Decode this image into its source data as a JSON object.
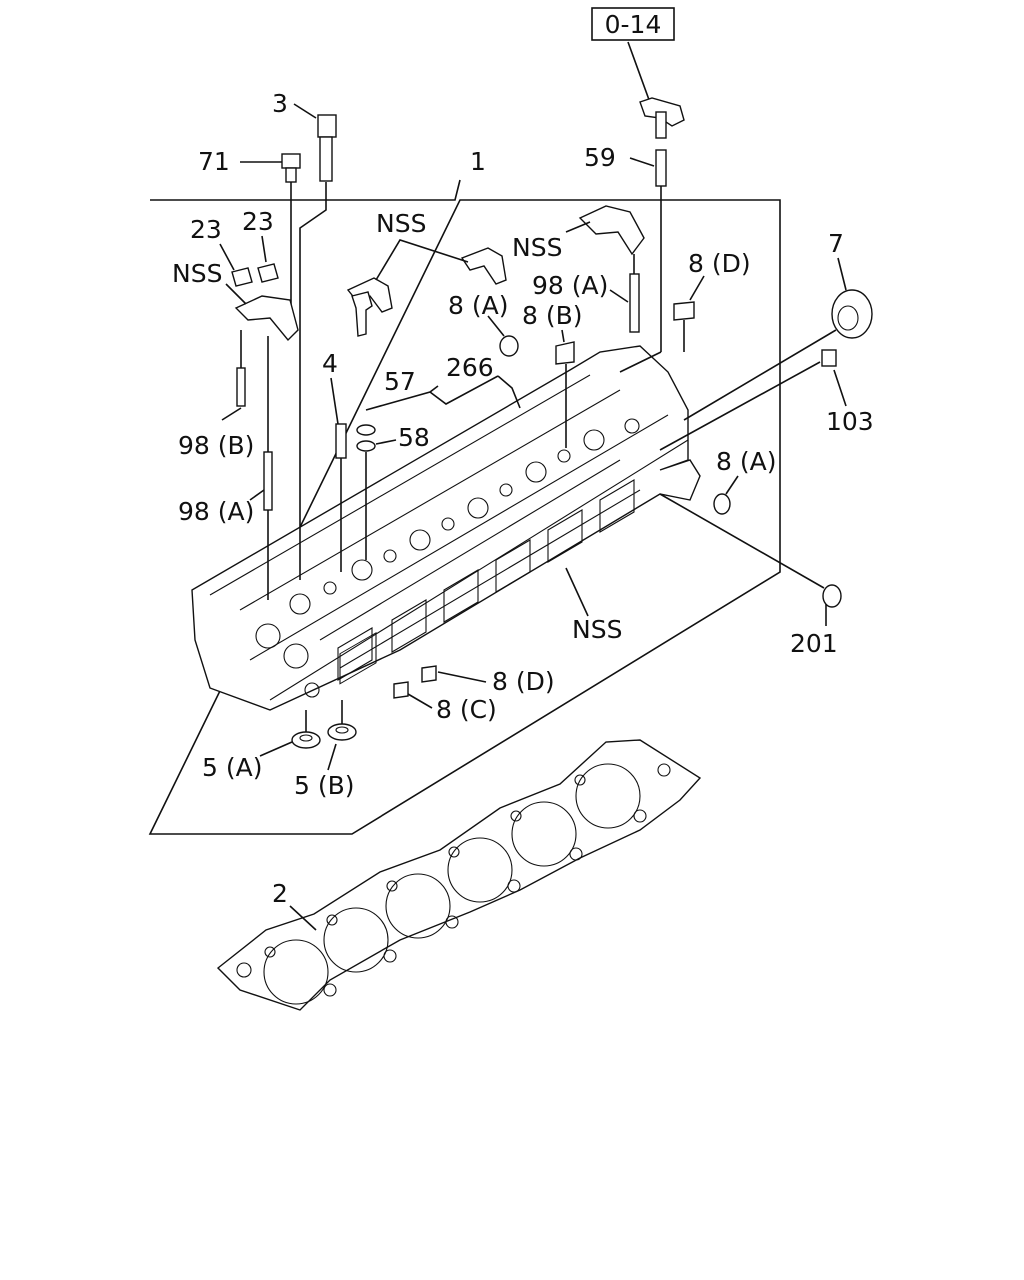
{
  "ref_box": "0-14",
  "callouts": {
    "c1": "1",
    "c2": "2",
    "c3": "3",
    "c4": "4",
    "c5a": "5 (A)",
    "c5b": "5 (B)",
    "c7": "7",
    "c8a_top": "8 (A)",
    "c8b": "8 (B)",
    "c8d_top": "8 (D)",
    "c8a_right": "8 (A)",
    "c8d_bottom": "8 (D)",
    "c8c": "8 (C)",
    "c23_left": "23",
    "c23_right": "23",
    "c57": "57",
    "c58": "58",
    "c59": "59",
    "c71": "71",
    "c98a_left": "98 (A)",
    "c98b_left": "98 (B)",
    "c98a_right": "98 (A)",
    "c103": "103",
    "c201": "201",
    "c266": "266",
    "nss_left": "NSS",
    "nss_center": "NSS",
    "nss_right": "NSS",
    "nss_bottom": "NSS"
  }
}
